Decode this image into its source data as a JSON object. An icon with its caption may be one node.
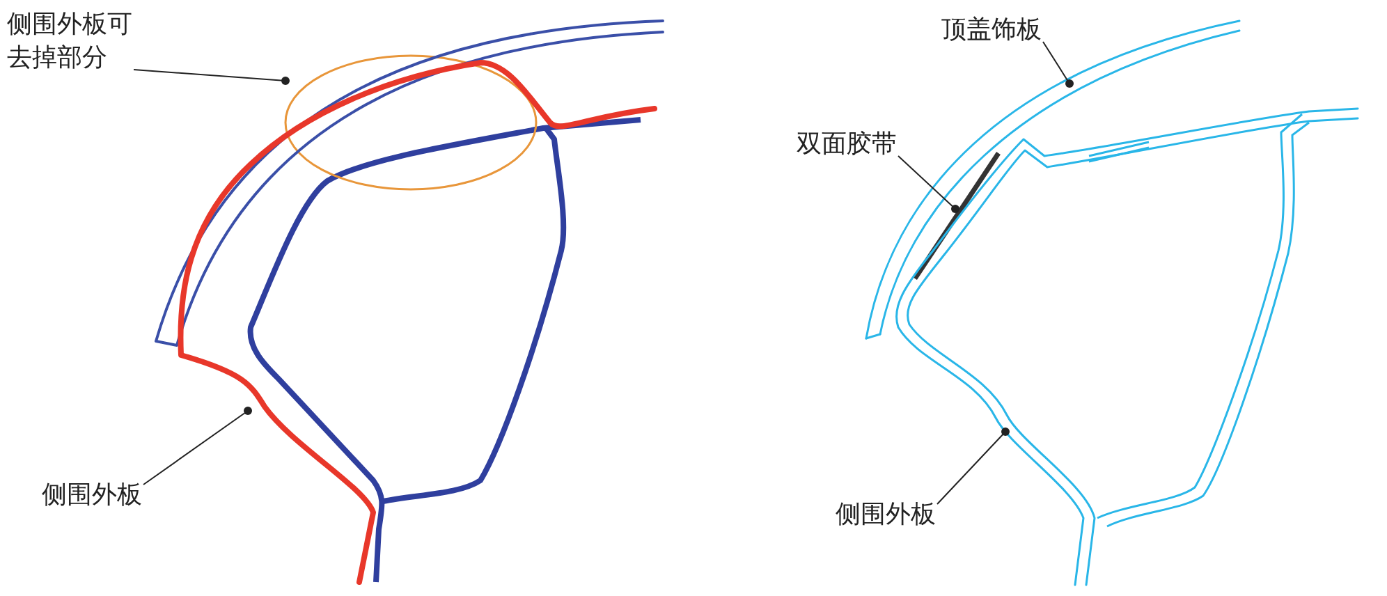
{
  "diagram": {
    "nodes": [
      {
        "text": [
          "侧围外板可去掉部分"
        ]
      },
      {
        "text": [],
        "shape": "line"
      },
      {
        "text": [
          "侧围外板"
        ]
      },
      {
        "text": [],
        "shape": "line"
      },
      {
        "text": [
          "顶盖饰板"
        ]
      },
      {
        "text": [],
        "shape": "line"
      },
      {
        "text": [
          "双面胶带"
        ]
      },
      {
        "text": [],
        "shape": "bar"
      },
      {
        "text": [
          "侧围外板"
        ]
      },
      {
        "text": [],
        "shape": "line"
      }
    ],
    "edges": [
      {
        "from": 0,
        "to": 1,
        "arrow": "other"
      },
      {
        "from": 2,
        "to": 3,
        "arrow": "other"
      },
      {
        "from": 4,
        "to": 5,
        "arrow": "other"
      },
      {
        "from": 6,
        "to": 7,
        "arrow": "other"
      },
      {
        "from": 8,
        "to": 9,
        "arrow": "other"
      }
    ]
  }
}
